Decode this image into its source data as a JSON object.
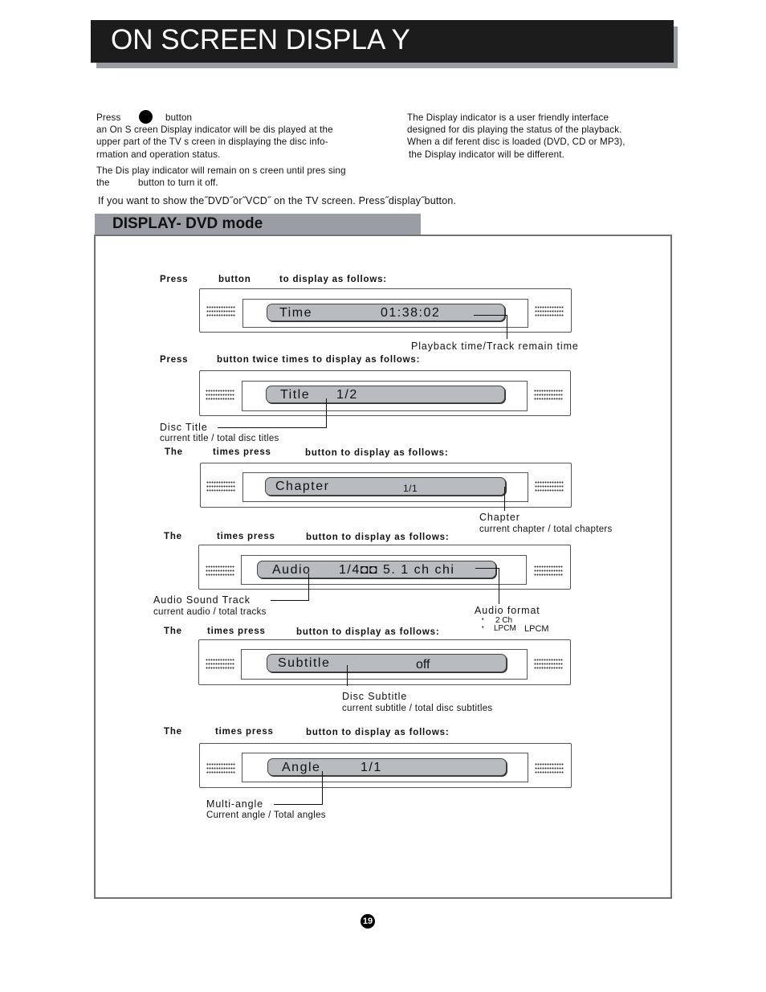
{
  "title": "ON SCREEN DISPLA Y",
  "intro_left": {
    "line1_a": "Press",
    "line1_b": "button",
    "line2": "an On S creen Display indicator will be dis played at the",
    "line3": "upper part of the TV s creen in displaying the disc info-",
    "line4": "rmation and operation status.",
    "line5": "The Dis play indicator will remain on s creen until pres sing",
    "line6_a": "the",
    "line6_b": "button to turn it off."
  },
  "intro_right": {
    "line1": "The Display indicator is a user friendly interface",
    "line2": "designed for dis playing the status of the playback.",
    "line3": "When a dif ferent disc is loaded (DVD, CD or MP3),",
    "line4": "the Display indicator will be different."
  },
  "intro_line": "If you want to show the˝DVD˝or˝VCD˝ on the TV screen. Press˝display˝button.",
  "section_title": "DISPLAY- DVD mode",
  "steps": [
    {
      "w1": "Press",
      "w2": "button",
      "w3": "to display as follows:",
      "pill": "Time",
      "value": "01:38:02",
      "caption": "Playback time/Track remain time",
      "sub": ""
    },
    {
      "w1": "Press",
      "w2": "button twice times to display as follows:",
      "w3": "",
      "pill": "Title",
      "value": "1/2",
      "caption": "Disc Title",
      "sub": "current title / total disc titles"
    },
    {
      "w1": "The",
      "w2": "times press",
      "w3": "button to display as follows:",
      "pill": "Chapter",
      "value": "1/1",
      "caption": "Chapter",
      "sub": "current chapter / total chapters"
    },
    {
      "w1": "The",
      "w2": "times press",
      "w3": "button to display as follows:",
      "pill": "Audio",
      "value": "1/4◘◘ 5. 1 ch chi",
      "caption": "Audio Sound Track",
      "sub": "current audio / total tracks",
      "caption2": "Audio format",
      "fmt1": "2 Ch",
      "fmt2": "LPCM",
      "fmt3": "LPCM"
    },
    {
      "w1": "The",
      "w2": "times press",
      "w3": "button to display as follows:",
      "pill": "Subtitle",
      "value": "off",
      "caption": "Disc Subtitle",
      "sub": "current subtitle / total disc subtitles"
    },
    {
      "w1": "The",
      "w2": "times press",
      "w3": "button to display as follows:",
      "pill": "Angle",
      "value": "1/1",
      "caption": "Multi-angle",
      "sub": "Current angle / Total angles"
    }
  ],
  "page_number": "19"
}
